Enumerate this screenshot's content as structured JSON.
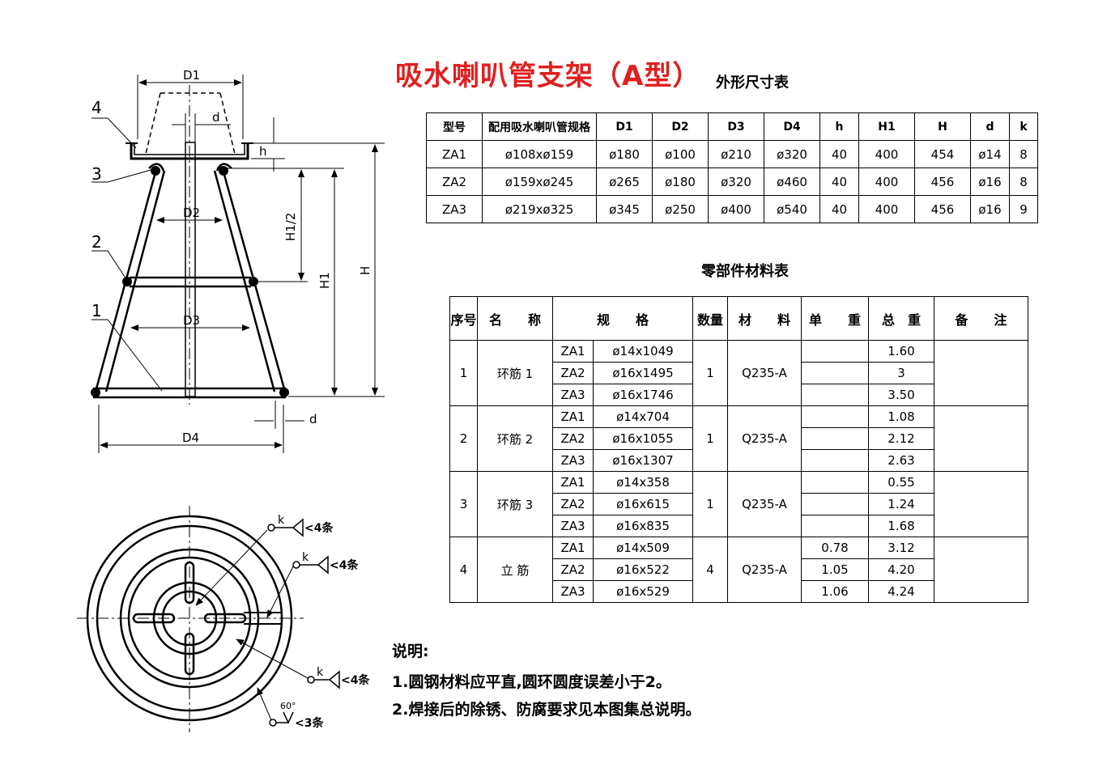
{
  "title": "吸水喇叭管支架（A型）",
  "dims_caption": "外形尺寸表",
  "parts_caption": "零部件材料表",
  "drawing_labels": {
    "D1": "D1",
    "D2": "D2",
    "D3": "D3",
    "D4": "D4",
    "d": "d",
    "h": "h",
    "H1_half": "H1/2",
    "H1": "H1",
    "H": "H",
    "callouts": [
      "4",
      "3",
      "2",
      "1"
    ],
    "weld_k": "k",
    "weld_4": "<4条",
    "weld_60": "60°",
    "weld_3": "<3条"
  },
  "dims_table": {
    "headers": [
      "型号",
      "配用吸水喇叭管规格",
      "D1",
      "D2",
      "D3",
      "D4",
      "h",
      "H1",
      "H",
      "d",
      "k"
    ],
    "rows": [
      [
        "ZA1",
        "ø108xø159",
        "ø180",
        "ø100",
        "ø210",
        "ø320",
        "40",
        "400",
        "454",
        "ø14",
        "8"
      ],
      [
        "ZA2",
        "ø159xø245",
        "ø265",
        "ø180",
        "ø320",
        "ø460",
        "40",
        "400",
        "456",
        "ø16",
        "8"
      ],
      [
        "ZA3",
        "ø219xø325",
        "ø345",
        "ø250",
        "ø400",
        "ø540",
        "40",
        "400",
        "456",
        "ø16",
        "9"
      ]
    ]
  },
  "parts_table": {
    "headers": [
      "序号",
      "名　　称",
      "规　　格",
      "数量",
      "材　　料",
      "单　　重",
      "总　重",
      "备　　注"
    ],
    "groups": [
      {
        "no": "1",
        "name": "环筋 1",
        "qty": "1",
        "material": "Q235-A",
        "rows": [
          [
            "ZA1",
            "ø14x1049",
            "",
            "1.60"
          ],
          [
            "ZA2",
            "ø16x1495",
            "",
            "3"
          ],
          [
            "ZA3",
            "ø16x1746",
            "",
            "3.50"
          ]
        ]
      },
      {
        "no": "2",
        "name": "环筋 2",
        "qty": "1",
        "material": "Q235-A",
        "rows": [
          [
            "ZA1",
            "ø14x704",
            "",
            "1.08"
          ],
          [
            "ZA2",
            "ø16x1055",
            "",
            "2.12"
          ],
          [
            "ZA3",
            "ø16x1307",
            "",
            "2.63"
          ]
        ]
      },
      {
        "no": "3",
        "name": "环筋 3",
        "qty": "1",
        "material": "Q235-A",
        "rows": [
          [
            "ZA1",
            "ø14x358",
            "",
            "0.55"
          ],
          [
            "ZA2",
            "ø16x615",
            "",
            "1.24"
          ],
          [
            "ZA3",
            "ø16x835",
            "",
            "1.68"
          ]
        ]
      },
      {
        "no": "4",
        "name": "立 筋",
        "qty": "4",
        "material": "Q235-A",
        "rows": [
          [
            "ZA1",
            "ø14x509",
            "0.78",
            "3.12"
          ],
          [
            "ZA2",
            "ø16x522",
            "1.05",
            "4.20"
          ],
          [
            "ZA3",
            "ø16x529",
            "1.06",
            "4.24"
          ]
        ]
      }
    ]
  },
  "notes": {
    "heading": "说明:",
    "items": [
      "1.圆钢材料应平直,圆环圆度误差小于2。",
      "2.焊接后的除锈、防腐要求见本图集总说明。"
    ]
  }
}
